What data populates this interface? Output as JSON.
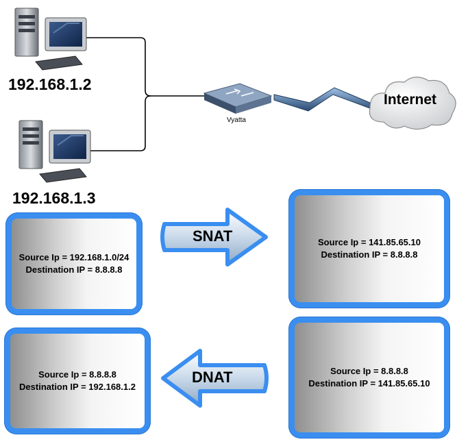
{
  "hosts": [
    {
      "ip": "192.168.1.2",
      "icon": "desktop-computer-icon"
    },
    {
      "ip": "192.168.1.3",
      "icon": "desktop-computer-icon"
    }
  ],
  "router": {
    "label": "Vyatta",
    "icon": "network-switch-icon"
  },
  "cloud": {
    "label": "Internet",
    "icon": "cloud-icon"
  },
  "snat": {
    "label": "SNAT",
    "before": {
      "line1": "Source Ip = 192.168.1.0/24",
      "line2": "Destination IP = 8.8.8.8"
    },
    "after": {
      "line1": "Source Ip = 141.85.65.10",
      "line2": "Destination IP = 8.8.8.8"
    }
  },
  "dnat": {
    "label": "DNAT",
    "before": {
      "line1": "Source Ip = 8.8.8.8",
      "line2": "Destination IP = 141.85.65.10"
    },
    "after": {
      "line1": "Source Ip = 8.8.8.8",
      "line2": "Destination IP = 192.168.1.2"
    }
  },
  "colors": {
    "panel_border": "#3a8ef0",
    "arrow_fill": "#b8d4f5",
    "arrow_stroke": "#3a8ef0",
    "link": "#1e3a5a"
  }
}
